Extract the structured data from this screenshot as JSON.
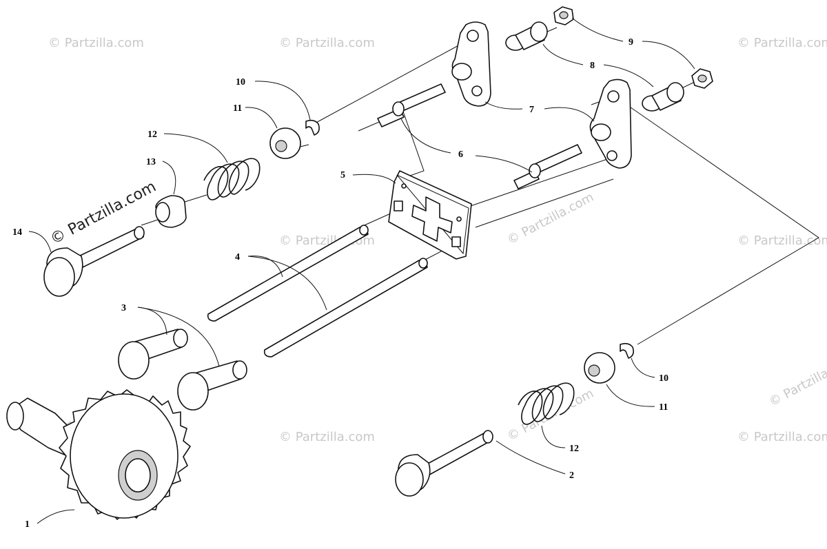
{
  "watermark": {
    "text": "© Partzilla.com",
    "prominent_text": "© Partzilla.com"
  },
  "callouts": [
    {
      "id": "c1",
      "label": "1"
    },
    {
      "id": "c2",
      "label": "2"
    },
    {
      "id": "c3",
      "label": "3"
    },
    {
      "id": "c4",
      "label": "4"
    },
    {
      "id": "c5",
      "label": "5"
    },
    {
      "id": "c6",
      "label": "6"
    },
    {
      "id": "c7",
      "label": "7"
    },
    {
      "id": "c8",
      "label": "8"
    },
    {
      "id": "c9",
      "label": "9"
    },
    {
      "id": "c10a",
      "label": "10"
    },
    {
      "id": "c10b",
      "label": "10"
    },
    {
      "id": "c11a",
      "label": "11"
    },
    {
      "id": "c11b",
      "label": "11"
    },
    {
      "id": "c12a",
      "label": "12"
    },
    {
      "id": "c12b",
      "label": "12"
    },
    {
      "id": "c13",
      "label": "13"
    },
    {
      "id": "c14",
      "label": "14"
    }
  ]
}
